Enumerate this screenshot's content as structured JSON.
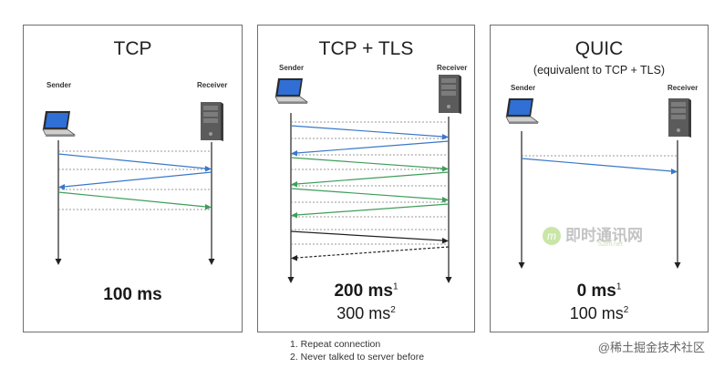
{
  "panels": {
    "tcp": {
      "title": "TCP",
      "sender": "Sender",
      "receiver": "Receiver",
      "time": "100 ms"
    },
    "tls": {
      "title": "TCP + TLS",
      "sender": "Sender",
      "receiver": "Receiver",
      "time1": "200 ms",
      "time1_sup": "1",
      "time2": "300 ms",
      "time2_sup": "2"
    },
    "quic": {
      "title": "QUIC",
      "subtitle": "(equivalent to TCP + TLS)",
      "sender": "Sender",
      "receiver": "Receiver",
      "time1": "0 ms",
      "time1_sup": "1",
      "time2": "100 ms",
      "time2_sup": "2"
    }
  },
  "footnotes": [
    "1. Repeat connection",
    "2. Never talked to server before"
  ],
  "watermark": {
    "text": "即时通讯网",
    "sub": "52im.net"
  },
  "credit": "@稀土掘金技术社区",
  "colors": {
    "blue": "#3a78c9",
    "green": "#3f9e5a",
    "black": "#222222",
    "dotted": "#777777"
  }
}
